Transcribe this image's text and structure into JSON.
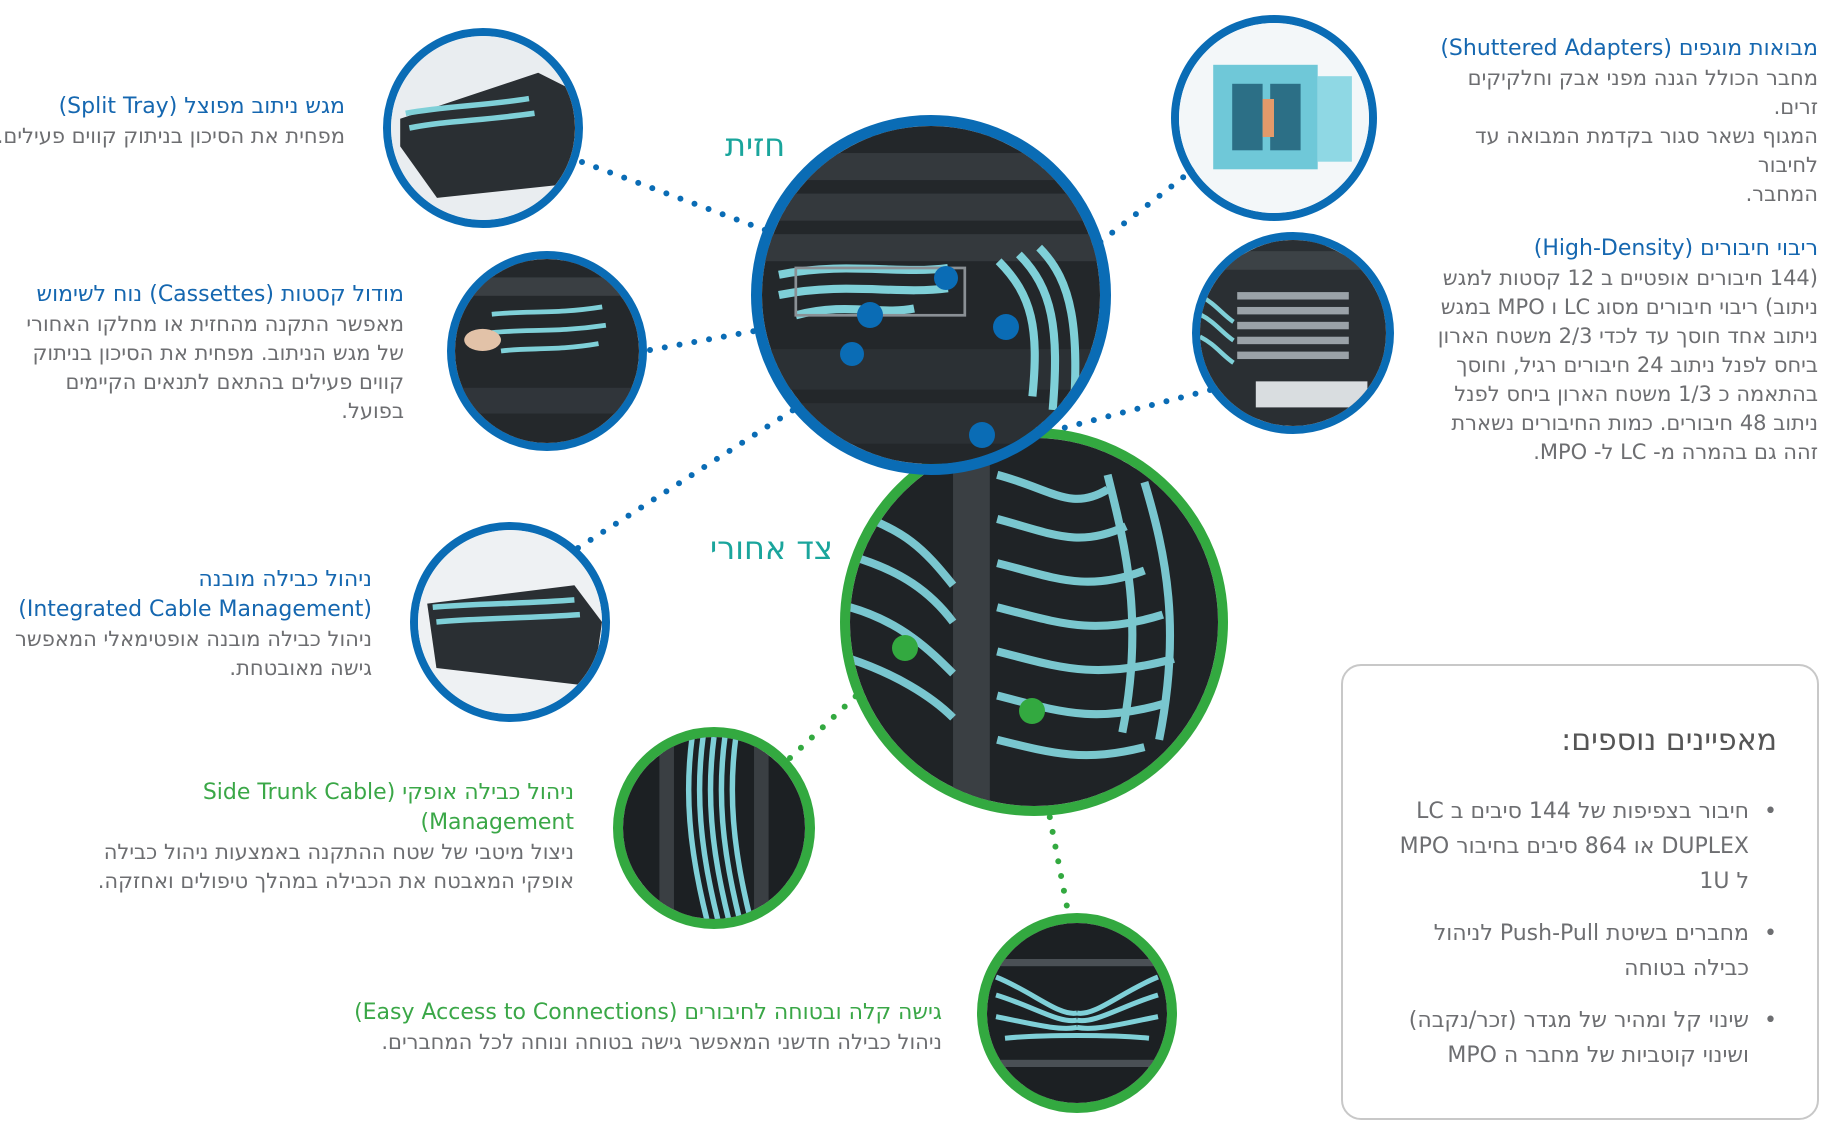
{
  "colors": {
    "blue": "#0a6cb5",
    "green": "#33a940",
    "teal": "#7fd0d8",
    "dark": "#1f2326"
  },
  "labels": {
    "front": "חזית",
    "back": "צד אחורי"
  },
  "callouts": {
    "split_tray": {
      "title": "מגש ניתוב מפוצל (Split Tray)",
      "lines": [
        "מפחית את הסיכון בניתוק קווים פעילים."
      ]
    },
    "cassettes": {
      "title": "מודול קסטות (Cassettes) נוח לשימוש",
      "lines": [
        "מאפשר התקנה מהחזית או מחלקו האחורי",
        "של מגש הניתוב. מפחית את הסיכון בניתוק",
        "קווים פעילים בהתאם לתנאים הקיימים",
        "בפועל."
      ]
    },
    "integrated_cable": {
      "title_lines": [
        "ניהול כבילה מובנה",
        "(Integrated Cable Management)"
      ],
      "lines": [
        "ניהול כבילה מובנה אופטימאלי המאפשר",
        "גישה מאובטחת."
      ]
    },
    "side_trunk": {
      "title": "ניהול כבילה אופקי (Side Trunk Cable Management)",
      "lines": [
        "ניצול מיטבי של שטח ההתקנה באמצעות ניהול כבילה",
        "אופקי המאבטח את הכבילה במהלך טיפולים ואחזקה."
      ]
    },
    "easy_access": {
      "title": "גישה קלה ובטוחה לחיבורים (Easy Access to Connections)",
      "lines": [
        "ניהול כבילה חדשני המאפשר גישה בטוחה ונוחה לכל המחברים."
      ]
    },
    "shuttered": {
      "title": "מבואות מוגפים (Shuttered Adapters)",
      "lines": [
        "מחבר הכולל הגנה מפני אבק וחלקיקים זרים.",
        "המגוף נשאר סגור בקדמת המבואה עד לחיבור",
        "המחבר."
      ]
    },
    "high_density": {
      "title": "ריבוי חיבורים (High-Density)",
      "lines": [
        "(144 חיבורים אופטיים ב 12 קסטות למגש",
        "ניתוב) ריבוי חיבורים מסוג LC ו MPO במגש",
        "ניתוב אחד חוסך עד לכדי 2/3 משטח הארון",
        "ביחס לפנל ניתוב 24 חיבורים רגיל, וחוסך",
        "בהתאמה כ 1/3 משטח הארון ביחס לפנל",
        "ניתוב 48 חיבורים. כמות החיבורים נשארת",
        "זהה גם בהמרה מ-  LC ל- MPO."
      ]
    }
  },
  "features": {
    "title": "מאפיינים נוספים:",
    "items": [
      {
        "lines": [
          "חיבור בצפיפות של 144 סיבים ב LC",
          "DUPLEX או 864 סיבים בחיבור MPO",
          "ל 1U"
        ]
      },
      {
        "lines": [
          "מחברים בשיטת Push-Pull לניהול",
          "כבילה בטוחה"
        ]
      },
      {
        "lines": [
          "שינוי קל ומהיר של מגדר (זכר/נקבה)",
          "ושינוי קוטביות של מחבר ה MPO"
        ]
      }
    ]
  }
}
